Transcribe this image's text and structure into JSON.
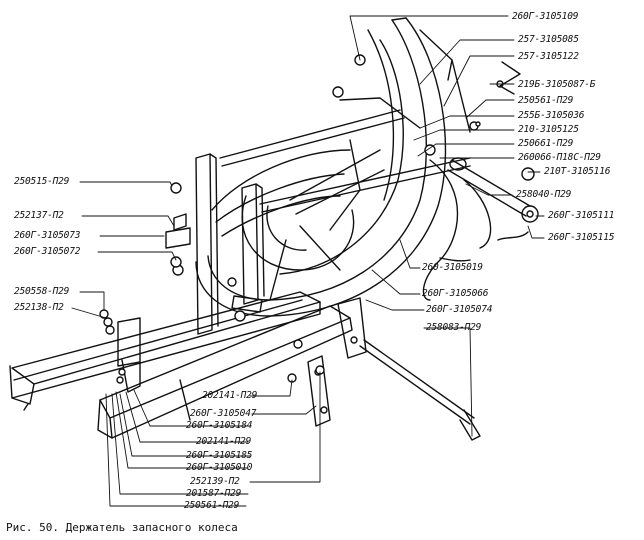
{
  "labels": {
    "l_260g_3105109": "260Г-3105109",
    "l_257_3105085": "257-3105085",
    "l_257_3105122": "257-3105122",
    "l_219b_3105087b": "219Б-3105087-Б",
    "l_250561_p29_a": "250561-П29",
    "l_255b_3105036": "255Б-3105036",
    "l_210_3105125": "210-3105125",
    "l_250661_p29": "250661-П29",
    "l_260066_p18s": "260066-П18С-П29",
    "l_210t_3105116": "210Т-3105116",
    "l_258040_p29": "258040-П29",
    "l_260g_3105111": "260Г-3105111",
    "l_260g_3105115": "260Г-3105115",
    "l_250515_p29": "250515-П29",
    "l_252137_p2": "252137-П2",
    "l_260g_3105073": "260Г-3105073",
    "l_260g_3105072": "260Г-3105072",
    "l_260_3105019": "260-3105019",
    "l_260g_3105066": "260Г-3105066",
    "l_260g_3105074": "260Г-3105074",
    "l_258083_p29": "258083-П29",
    "l_250558_p29": "250558-П29",
    "l_252138_p2": "252138-П2",
    "l_202141_p29_a": "202141-П29",
    "l_260g_3105047": "260Г-3105047",
    "l_260g_3105184": "260Г-3105184",
    "l_202141_p29_b": "202141-П29",
    "l_260g_3105185": "260Г-3105185",
    "l_260g_3105010": "260Г-3105010",
    "l_252139_p2": "252139-П2",
    "l_201587_p29": "201587-П29",
    "l_250561_p29_b": "250561-П29"
  },
  "caption": "Рис. 50. Держатель запасного колеса"
}
